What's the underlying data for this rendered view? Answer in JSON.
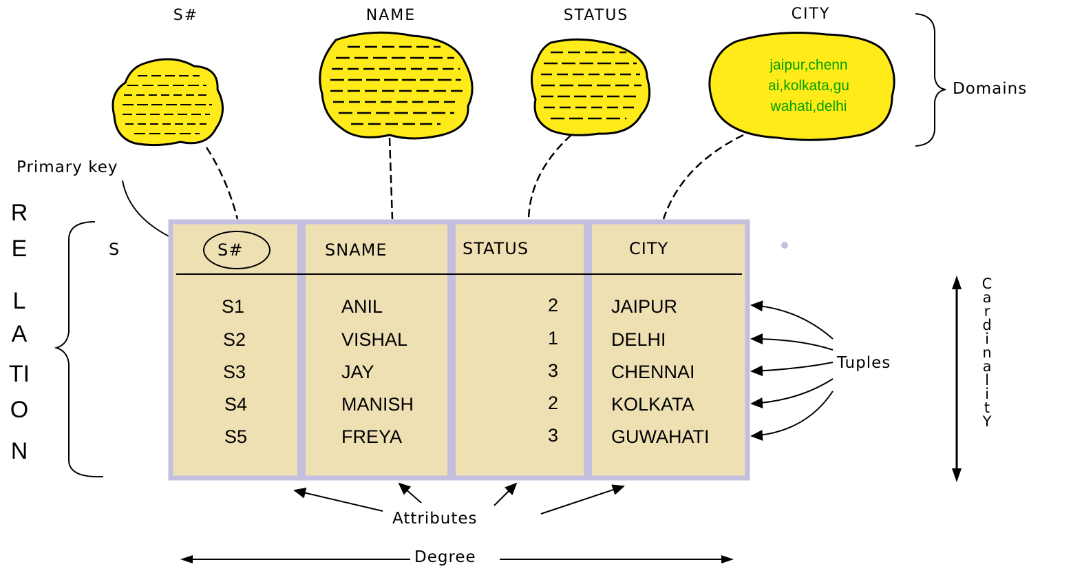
{
  "domains": {
    "titles": [
      "S#",
      "NAME",
      "STATUS",
      "CITY"
    ],
    "city_values": [
      "jaipur,chenn",
      "ai,kolkata,gu",
      "wahati,delhi"
    ],
    "label": "Domains"
  },
  "primary_key_label": "Primary key",
  "relation_letters": [
    "R",
    "E",
    "L",
    "A",
    "TI",
    "O",
    "N"
  ],
  "relation_name": "S",
  "table": {
    "headers": [
      "S#",
      "SNAME",
      "STATUS",
      "CITY"
    ],
    "rows": [
      [
        "S1",
        "ANIL",
        "2",
        "JAIPUR"
      ],
      [
        "S2",
        "VISHAL",
        "1",
        "DELHI"
      ],
      [
        "S3",
        "JAY",
        "3",
        "CHENNAI"
      ],
      [
        "S4",
        "MANISH",
        "2",
        "KOLKATA"
      ],
      [
        "S5",
        "FREYA",
        "3",
        "GUWAHATI"
      ]
    ]
  },
  "tuples_label": "Tuples",
  "cardinality_letters": [
    "C",
    "a",
    "r",
    "d",
    "i",
    "n",
    "a",
    "l",
    "i",
    "t",
    "Y"
  ],
  "attributes_label": "Attributes",
  "degree_label": "Degree",
  "colors": {
    "blob": "#ffeb1a",
    "table_bg": "#efe0b4",
    "table_border": "#c4bedf",
    "city_text": "#00a000"
  }
}
